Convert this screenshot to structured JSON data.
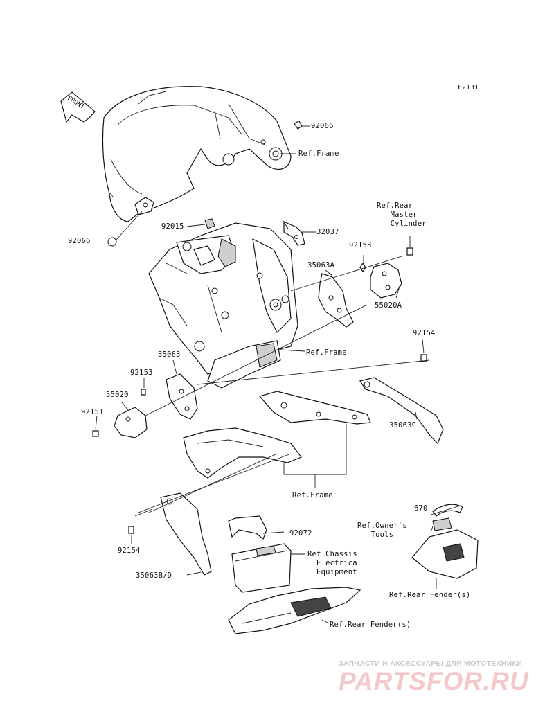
{
  "figure_code": "F2131",
  "front_arrow_text": "FRONT",
  "labels": {
    "p92066_top": "92066",
    "ref_frame_top": "Ref.Frame",
    "p92066_left": "92066",
    "ref_rear_master": "Ref.Rear\n   Master\n   Cylinder",
    "p92015": "92015",
    "p32037": "32037",
    "p92153_right": "92153",
    "p35063A": "35063A",
    "p55020A": "55020A",
    "p92154_right": "92154",
    "ref_frame_mid": "Ref.Frame",
    "p35063": "35063",
    "p92153_left": "92153",
    "p55020": "55020",
    "p92151": "92151",
    "p35063C": "35063C",
    "ref_frame_lower": "Ref.Frame",
    "p670": "670",
    "ref_owners_tools": "Ref.Owner's\n   Tools",
    "p92154_left": "92154",
    "p92072": "92072",
    "ref_chassis": "Ref.Chassis\n  Electrical\n  Equipment",
    "p35063BD": "35063B/D",
    "ref_rear_fender_right": "Ref.Rear Fender(s)",
    "ref_rear_fender_bottom": "Ref.Rear Fender(s)"
  },
  "watermark": {
    "tagline": "ЗАПЧАСТИ И АКСЕССУАРЫ ДЛЯ МОТОТЕХНИКИ",
    "brand": "PARTSFOR.RU"
  }
}
